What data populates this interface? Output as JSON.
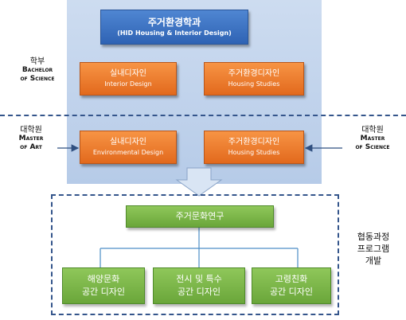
{
  "title": {
    "korean": "주거환경학과",
    "english": "(HID Housing & Interior Design)"
  },
  "undergrad": {
    "label_korean": "학부",
    "label_english": [
      "Bachelor",
      "of Science"
    ],
    "boxes": [
      {
        "korean": "실내디자인",
        "english": "Interior Design"
      },
      {
        "korean": "주거환경디자인",
        "english": "Housing Studies"
      }
    ]
  },
  "graduate": {
    "label_korean_left": "대학원",
    "label_english_left": [
      "Master",
      "of Art"
    ],
    "label_korean_right": "대학원",
    "label_english_right": [
      "Master",
      "of Science"
    ],
    "boxes": [
      {
        "korean": "실내디자인",
        "english": "Environmental Design"
      },
      {
        "korean": "주거환경디자인",
        "english": "Housing Studies"
      }
    ]
  },
  "research": {
    "center": "주거문화연구",
    "children": [
      {
        "line1": "해양문화",
        "line2": "공간 디자인"
      },
      {
        "line1": "전시 및 특수",
        "line2": "공간 디자인"
      },
      {
        "line1": "고령친화",
        "line2": "공간 디자인"
      }
    ],
    "program_label": [
      "협동과정",
      "프로그램",
      "개발"
    ]
  }
}
